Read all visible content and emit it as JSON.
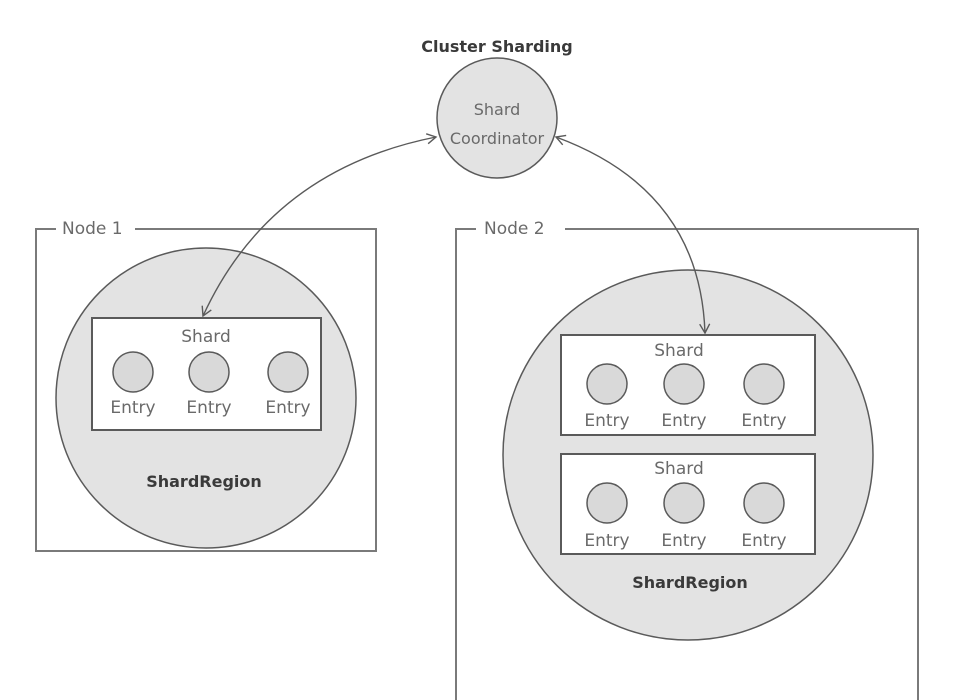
{
  "title": "Cluster Sharding",
  "coordinator": {
    "line1": "Shard",
    "line2": "Coordinator"
  },
  "nodes": [
    {
      "label": "Node 1",
      "region_label": "ShardRegion",
      "shards": [
        {
          "label": "Shard",
          "entries": [
            "Entry",
            "Entry",
            "Entry"
          ]
        }
      ]
    },
    {
      "label": "Node 2",
      "region_label": "ShardRegion",
      "shards": [
        {
          "label": "Shard",
          "entries": [
            "Entry",
            "Entry",
            "Entry"
          ]
        },
        {
          "label": "Shard",
          "entries": [
            "Entry",
            "Entry",
            "Entry"
          ]
        }
      ]
    }
  ],
  "colors": {
    "stroke": "#5a5a5a",
    "fill": "#e3e3e3",
    "entry_fill": "#d9d9d9",
    "box": "#ffffff"
  }
}
